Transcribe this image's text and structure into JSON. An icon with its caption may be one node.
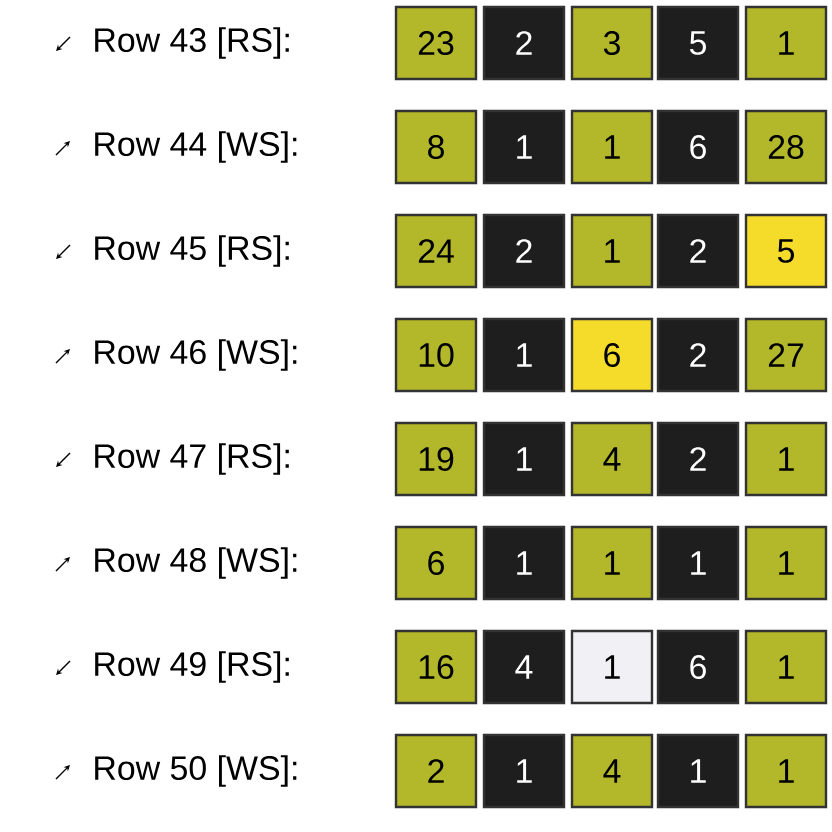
{
  "diagram": {
    "labels": [
      "Row 43 [RS]:",
      "23",
      "2",
      "3",
      "5",
      "1",
      "Row 44 [WS]:",
      "8",
      "1",
      "1",
      "6",
      "28",
      "Row 45 [RS]:",
      "24",
      "2",
      "1",
      "2",
      "5",
      "Row 46 [WS]:",
      "10",
      "1",
      "6",
      "2",
      "27",
      "Row 47 [RS]:",
      "19",
      "1",
      "4",
      "2",
      "1",
      "Row 48 [WS]:",
      "6",
      "1",
      "1",
      "1",
      "1",
      "Row 49 [RS]:",
      "16",
      "4",
      "1",
      "6",
      "1",
      "Row 50 [WS]:",
      "2",
      "1",
      "4",
      "1",
      "1"
    ]
  }
}
